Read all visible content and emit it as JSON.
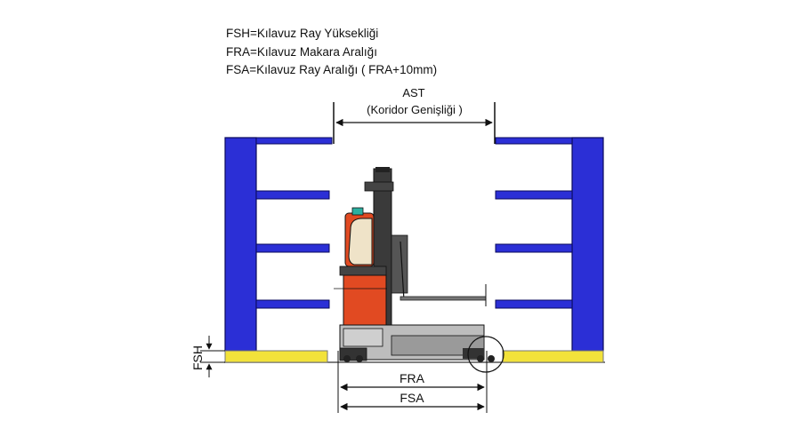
{
  "legend": {
    "fsh": "FSH=Kılavuz Ray Yüksekliği",
    "fra": "FRA=Kılavuz Makara Aralığı",
    "fsa": "FSA=Kılavuz Ray Aralığı ( FRA+10mm)"
  },
  "labels": {
    "ast": "AST",
    "ast_sub": "(Koridor Genişliği )",
    "fra": "FRA",
    "fsa": "FSA",
    "fsh": "FSH"
  },
  "colors": {
    "rack_blue": "#2B2FD6",
    "rail_yellow": "#F2E23A",
    "truck_orange": "#E14A22",
    "truck_dark": "#333333",
    "truck_gray": "#BDBDBD"
  }
}
